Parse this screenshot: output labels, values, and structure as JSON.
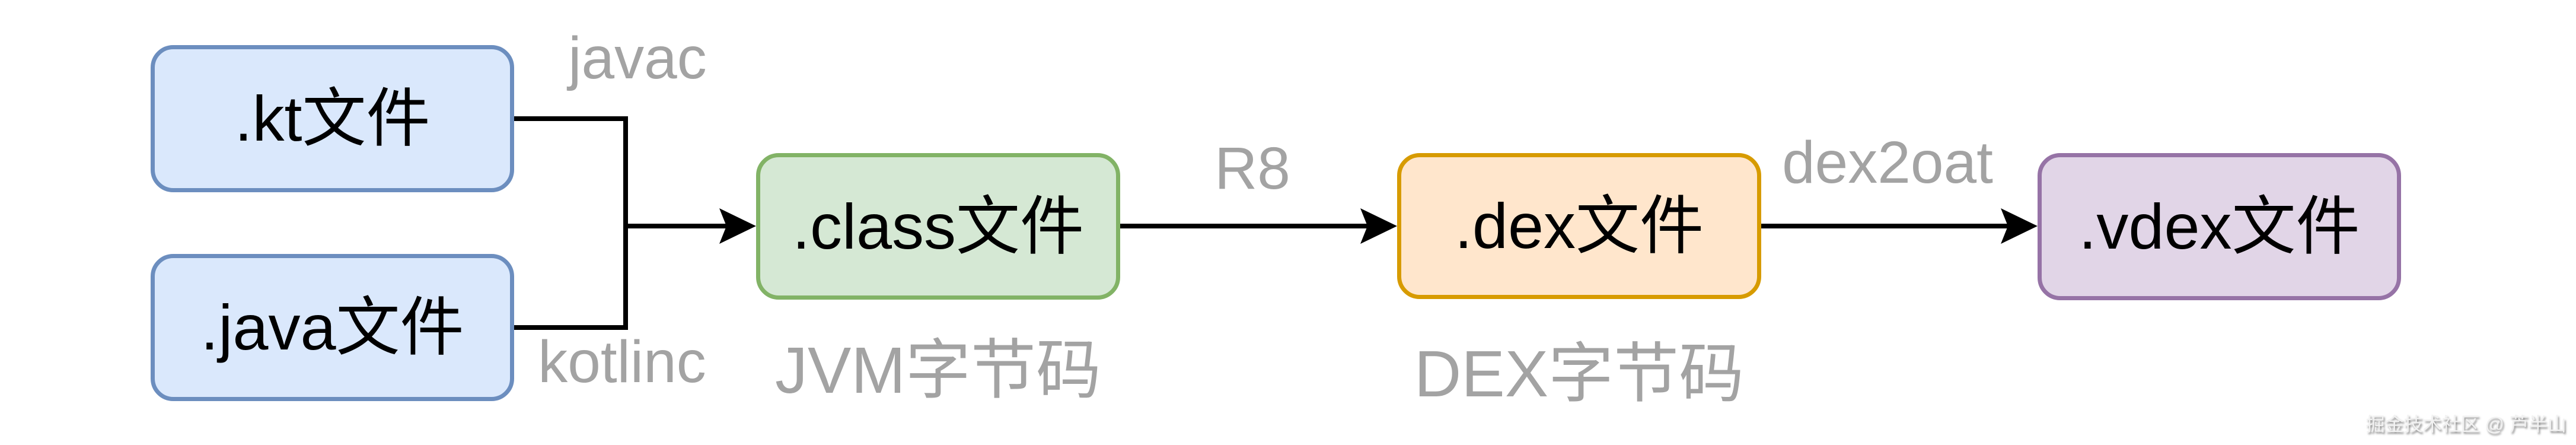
{
  "diagram": {
    "background": "#ffffff",
    "connector_color": "#000000",
    "gray_label_color": "#a3a3a3",
    "nodes": [
      {
        "id": "kt-file",
        "label": ".kt文件",
        "fill": "#dae8fc",
        "stroke": "#6c8ebf"
      },
      {
        "id": "java-file",
        "label": ".java文件",
        "fill": "#dae8fc",
        "stroke": "#6c8ebf"
      },
      {
        "id": "class-file",
        "label": ".class文件",
        "caption": "JVM字节码",
        "fill": "#d5e8d4",
        "stroke": "#82b366"
      },
      {
        "id": "dex-file",
        "label": ".dex文件",
        "caption": "DEX字节码",
        "fill": "#ffe6cc",
        "stroke": "#d79b00"
      },
      {
        "id": "vdex-file",
        "label": ".vdex文件",
        "fill": "#e1d5e7",
        "stroke": "#9673a6"
      }
    ],
    "edge_labels": [
      {
        "id": "javac",
        "text": "javac"
      },
      {
        "id": "kotlinc",
        "text": "kotlinc"
      },
      {
        "id": "r8",
        "text": "R8"
      },
      {
        "id": "dex2oat",
        "text": "dex2oat"
      }
    ],
    "watermark": "掘金技术社区 @ 芦半山"
  }
}
